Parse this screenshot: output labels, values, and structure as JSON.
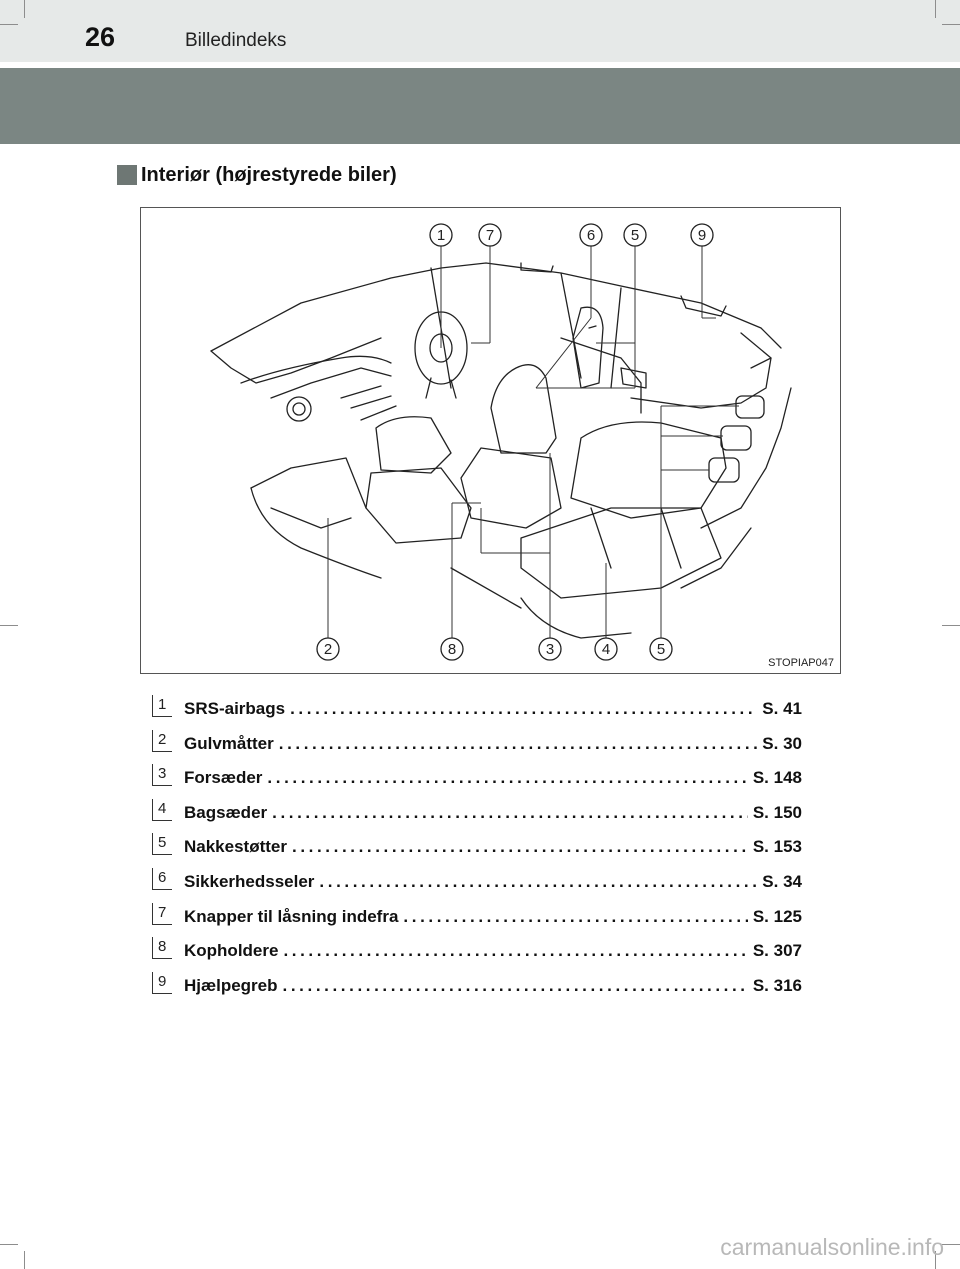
{
  "header": {
    "page_number": "26",
    "section": "Billedindeks"
  },
  "heading": {
    "title": "Interiør (højrestyrede biler)"
  },
  "figure": {
    "code": "STOPIAP047",
    "callouts_top": [
      "1",
      "7",
      "6",
      "5",
      "9"
    ],
    "callouts_bottom": [
      "2",
      "8",
      "3",
      "4",
      "5"
    ]
  },
  "index": [
    {
      "num": "1",
      "label": "SRS-airbags",
      "page": "S. 41"
    },
    {
      "num": "2",
      "label": "Gulvmåtter",
      "page": "S. 30"
    },
    {
      "num": "3",
      "label": "Forsæder",
      "page": "S. 148"
    },
    {
      "num": "4",
      "label": "Bagsæder",
      "page": "S. 150"
    },
    {
      "num": "5",
      "label": "Nakkestøtter",
      "page": "S. 153"
    },
    {
      "num": "6",
      "label": "Sikkerhedsseler",
      "page": "S. 34"
    },
    {
      "num": "7",
      "label": "Knapper til låsning indefra",
      "page": "S. 125"
    },
    {
      "num": "8",
      "label": "Kopholdere",
      "page": "S. 307"
    },
    {
      "num": "9",
      "label": "Hjælpegreb",
      "page": "S. 316"
    }
  ],
  "footer": {
    "watermark": "carmanualsonline.info"
  }
}
